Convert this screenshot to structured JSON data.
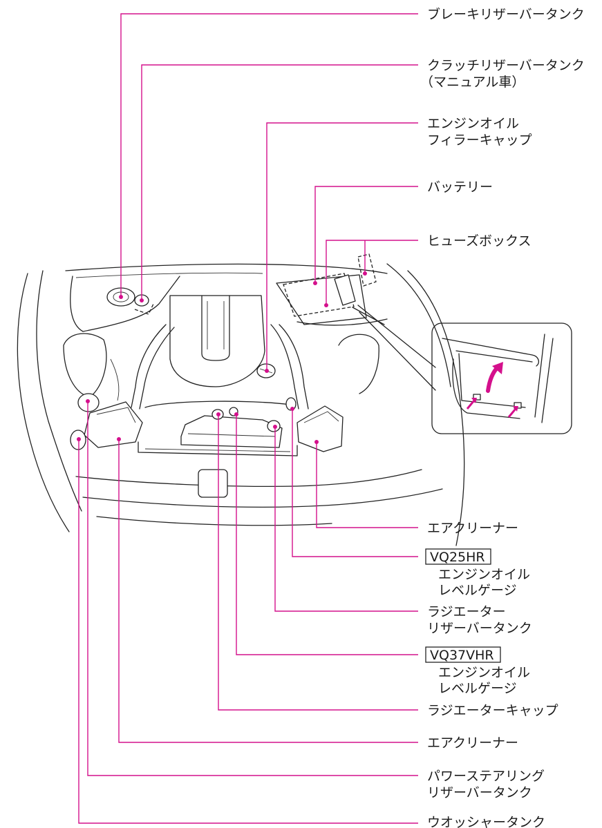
{
  "labels": {
    "brake_reservoir": "ブレーキリザーバータンク",
    "clutch_reservoir_1": "クラッチリザーバータンク",
    "clutch_reservoir_2": "（マニュアル車）",
    "oil_filler_1": "エンジンオイル",
    "oil_filler_2": "フィラーキャップ",
    "battery": "バッテリー",
    "fuse_box": "ヒューズボックス",
    "air_cleaner_right": "エアクリーナー",
    "vq25hr_tag": "VQ25HR",
    "vq25hr_gauge_1": "エンジンオイル",
    "vq25hr_gauge_2": "レベルゲージ",
    "radiator_reservoir_1": "ラジエーター",
    "radiator_reservoir_2": "リザーバータンク",
    "vq37vhr_tag": "VQ37VHR",
    "vq37vhr_gauge_1": "エンジンオイル",
    "vq37vhr_gauge_2": "レベルゲージ",
    "radiator_cap": "ラジエーターキャップ",
    "air_cleaner_left": "エアクリーナー",
    "power_steering_1": "パワーステアリング",
    "power_steering_2": "リザーバータンク",
    "washer_tank": "ウオッシャータンク"
  },
  "colors": {
    "leader_line": "#d4108c",
    "outline": "#222222"
  },
  "icons": {
    "inset_arrow": "curved-up-arrow-icon"
  }
}
